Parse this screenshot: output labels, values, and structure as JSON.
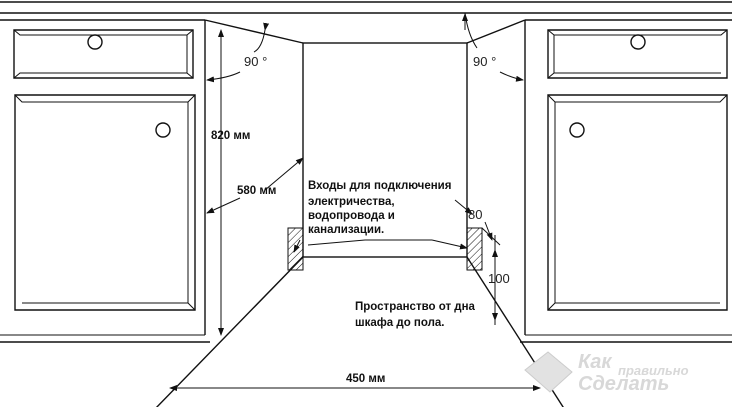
{
  "dimensions": {
    "angle_left": "90 °",
    "angle_right": "90 °",
    "height": "820 мм",
    "depth": "580 мм",
    "width": "450 мм",
    "side_offset": "80",
    "plinth_height": "100"
  },
  "annotations": {
    "connections": [
      "Входы для подключения",
      "электричества,",
      "водопровода и",
      "канализации."
    ],
    "floor_space": [
      "Пространство от дна",
      "шкафа до пола."
    ]
  },
  "watermark": {
    "line1": "Как",
    "line1_small": "правильно",
    "line2": "Сделать"
  }
}
